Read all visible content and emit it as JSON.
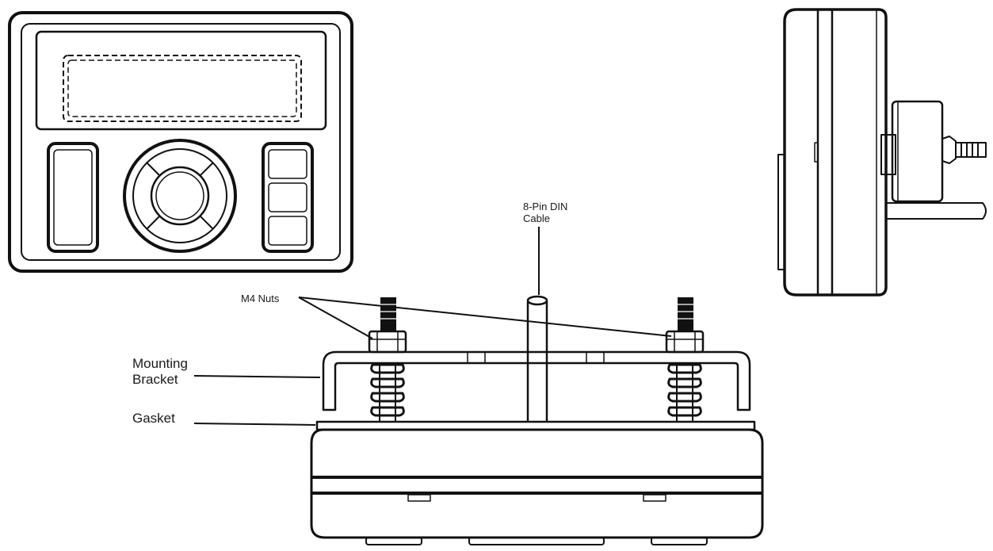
{
  "labels": {
    "cable": {
      "line1": "8-Pin DIN",
      "line2": "Cable"
    },
    "nuts": "M4 Nuts",
    "bracket": {
      "line1": "Mounting",
      "line2": "Bracket"
    },
    "gasket": "Gasket"
  },
  "colors": {
    "stroke": "#111111",
    "background": "#ffffff"
  }
}
